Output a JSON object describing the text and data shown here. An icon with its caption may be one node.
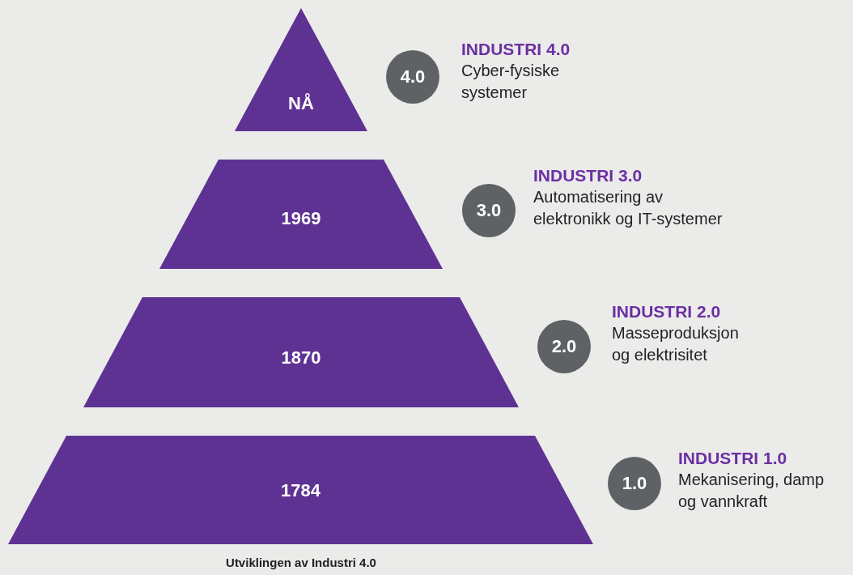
{
  "diagram": {
    "caption": "Utviklingen av Industri 4.0",
    "nodes": [
      {
        "text": [
          "NÅ"
        ]
      },
      {
        "text": [
          "4.0"
        ],
        "beside": [
          "INDUSTRI 4.0",
          "Cyber-fysiske systemer"
        ]
      },
      {
        "text": [
          "1969"
        ]
      },
      {
        "text": [
          "3.0"
        ],
        "beside": [
          "INDUSTRI 3.0",
          "Automatisering av elektronikk og IT-systemer"
        ]
      },
      {
        "text": [
          "1870"
        ]
      },
      {
        "text": [
          "2.0"
        ],
        "beside": [
          "INDUSTRI 2.0",
          "Masseproduksjon og elektrisitet"
        ]
      },
      {
        "text": [
          "1784"
        ]
      },
      {
        "text": [
          "1.0"
        ],
        "beside": [
          "INDUSTRI 1.0",
          "Mekanisering, damp og vannkraft"
        ]
      }
    ]
  }
}
